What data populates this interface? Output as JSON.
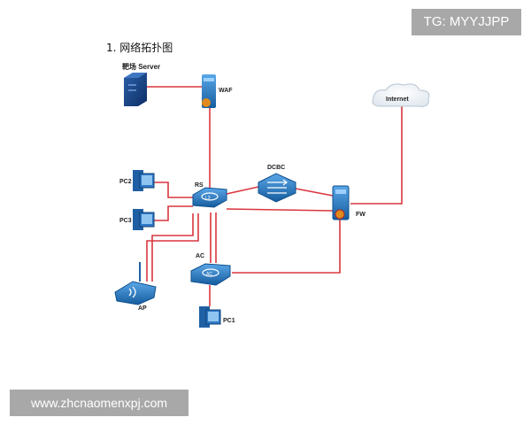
{
  "title": "1. 网络拓扑图",
  "watermark_tg": "TG: MYYJJPP",
  "watermark_site": "www.zhcnaomenxpj.com",
  "colors": {
    "link": "#d9363e",
    "device_blue": "#1f6fbf",
    "firewall_orange": "#e08a1e"
  },
  "nodes": {
    "server": "靶场 Server",
    "waf": "WAF",
    "internet": "Internet",
    "rs": "RS",
    "dcbc": "DCBC",
    "fw": "FW",
    "pc2": "PC2",
    "pc3": "PC3",
    "ac": "AC",
    "ap": "AP",
    "pc1": "PC1"
  },
  "icons": {
    "rs": "layer3-switch-icon",
    "ac": "access-controller-icon",
    "dcbc": "dcbc-router-icon",
    "fw": "firewall-icon",
    "waf": "waf-icon",
    "server": "server-icon",
    "internet": "cloud-icon",
    "ap": "wireless-ap-icon",
    "pc": "desktop-pc-icon"
  }
}
